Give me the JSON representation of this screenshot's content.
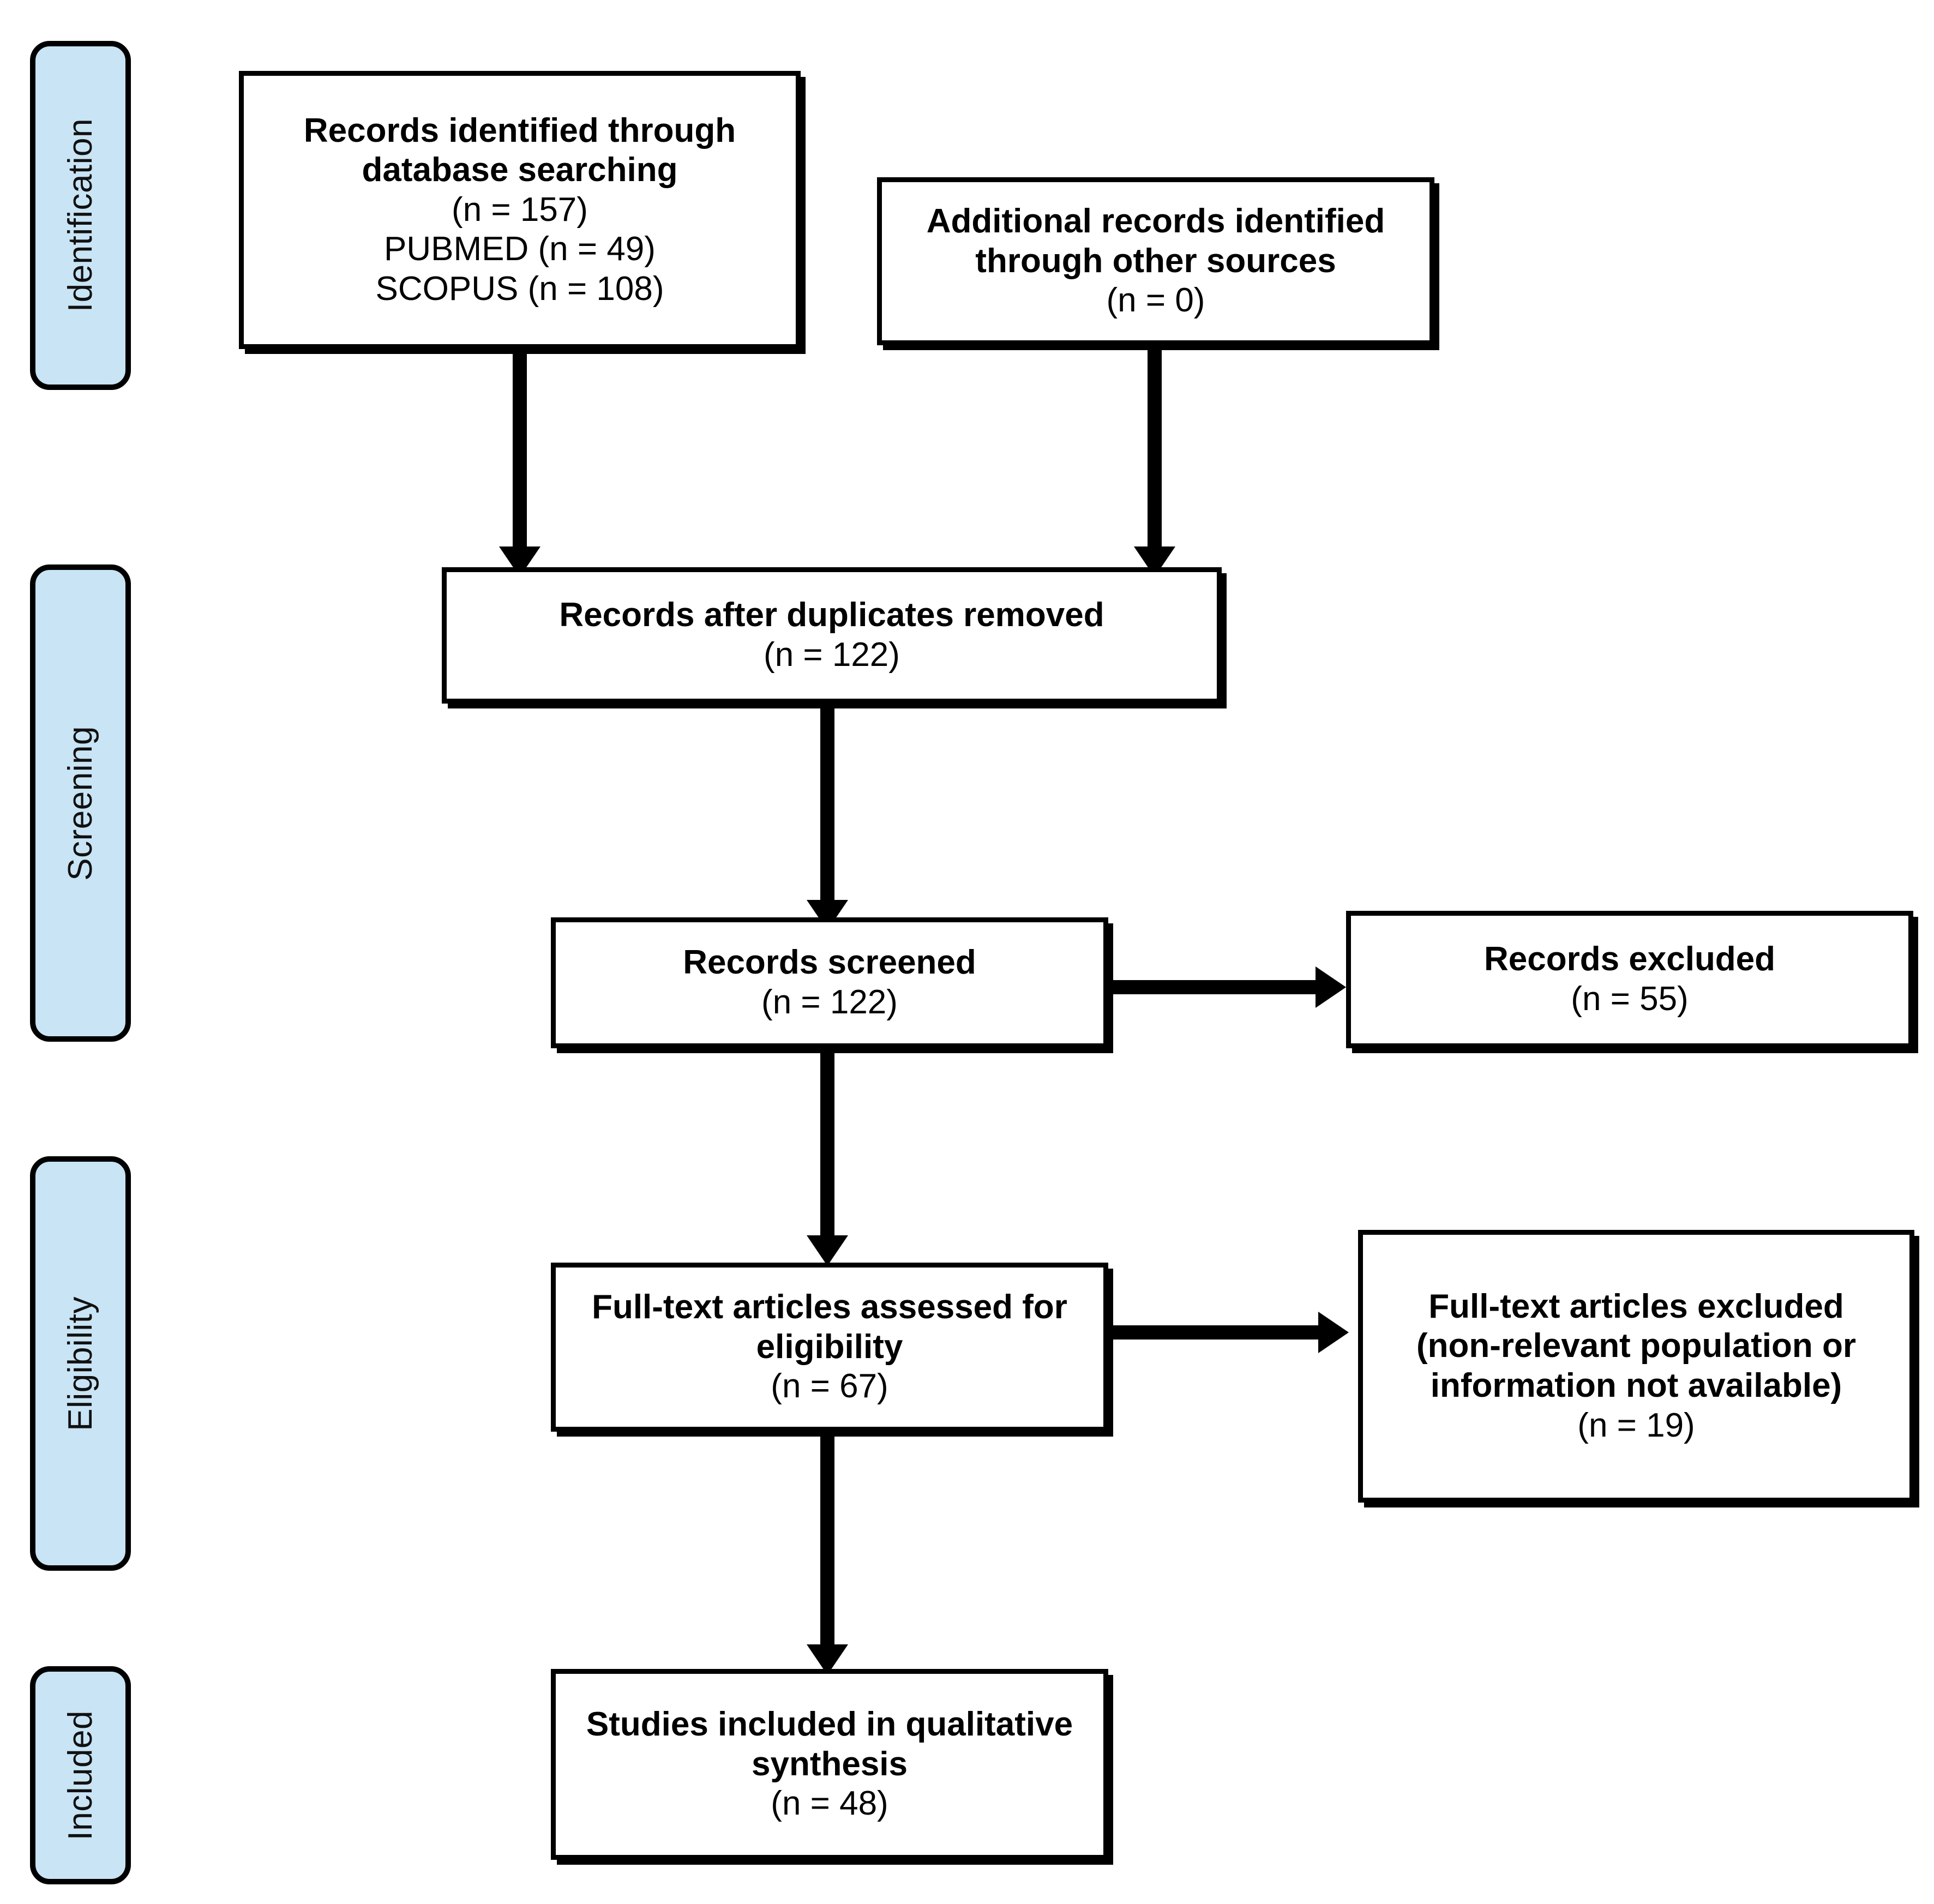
{
  "diagram": {
    "title": "PRISMA Flow Diagram",
    "accent_color": "#c8e4f5",
    "line_color": "#000000",
    "background": "#ffffff"
  },
  "stages": [
    {
      "id": "identification",
      "label": "Identification"
    },
    {
      "id": "screening",
      "label": "Screening"
    },
    {
      "id": "eligibility",
      "label": "Eligibility"
    },
    {
      "id": "included",
      "label": "Included"
    }
  ],
  "boxes": {
    "database_records": {
      "line1": "Records identified through",
      "line2": "database searching",
      "line3": "(n = 157)",
      "line4": "PUBMED (n = 49)",
      "line5": "SCOPUS (n = 108)"
    },
    "other_records": {
      "line1": "Additional records identified",
      "line2": "through other sources",
      "line3": "(n = 0)"
    },
    "duplicates_removed": {
      "line1": "Records after duplicates removed",
      "line2": "(n = 122)"
    },
    "records_screened": {
      "line1": "Records screened",
      "line2": "(n = 122)"
    },
    "records_excluded": {
      "line1": "Records excluded",
      "line2": "(n = 55)"
    },
    "fulltext_assessed": {
      "line1": "Full-text articles assessed for",
      "line2": "eligibility",
      "line3": "(n = 67)"
    },
    "fulltext_excluded": {
      "line1": "Full-text articles excluded",
      "line2": "(non-relevant population or",
      "line3": "information not available)",
      "line4": "(n = 19)"
    },
    "studies_included": {
      "line1": "Studies included in qualitative",
      "line2": "synthesis",
      "line3": "(n = 48)"
    }
  },
  "chart_data": {
    "type": "diagram",
    "title": "PRISMA flow diagram",
    "stages": [
      "Identification",
      "Screening",
      "Eligibility",
      "Included"
    ],
    "nodes": [
      {
        "id": "database_records",
        "stage": "Identification",
        "label": "Records identified through database searching",
        "n": 157,
        "breakdown": [
          {
            "source": "PUBMED",
            "n": 49
          },
          {
            "source": "SCOPUS",
            "n": 108
          }
        ]
      },
      {
        "id": "other_records",
        "stage": "Identification",
        "label": "Additional records identified through other sources",
        "n": 0
      },
      {
        "id": "duplicates_removed",
        "stage": "Screening",
        "label": "Records after duplicates removed",
        "n": 122
      },
      {
        "id": "records_screened",
        "stage": "Screening",
        "label": "Records screened",
        "n": 122
      },
      {
        "id": "records_excluded",
        "stage": "Screening",
        "label": "Records excluded",
        "n": 55
      },
      {
        "id": "fulltext_assessed",
        "stage": "Eligibility",
        "label": "Full-text articles assessed for eligibility",
        "n": 67
      },
      {
        "id": "fulltext_excluded",
        "stage": "Eligibility",
        "label": "Full-text articles excluded (non-relevant population or information not available)",
        "n": 19
      },
      {
        "id": "studies_included",
        "stage": "Included",
        "label": "Studies included in qualitative synthesis",
        "n": 48
      }
    ],
    "edges": [
      {
        "from": "database_records",
        "to": "duplicates_removed",
        "direction": "down"
      },
      {
        "from": "other_records",
        "to": "duplicates_removed",
        "direction": "down"
      },
      {
        "from": "duplicates_removed",
        "to": "records_screened",
        "direction": "down"
      },
      {
        "from": "records_screened",
        "to": "records_excluded",
        "direction": "right"
      },
      {
        "from": "records_screened",
        "to": "fulltext_assessed",
        "direction": "down"
      },
      {
        "from": "fulltext_assessed",
        "to": "fulltext_excluded",
        "direction": "right"
      },
      {
        "from": "fulltext_assessed",
        "to": "studies_included",
        "direction": "down"
      }
    ]
  }
}
